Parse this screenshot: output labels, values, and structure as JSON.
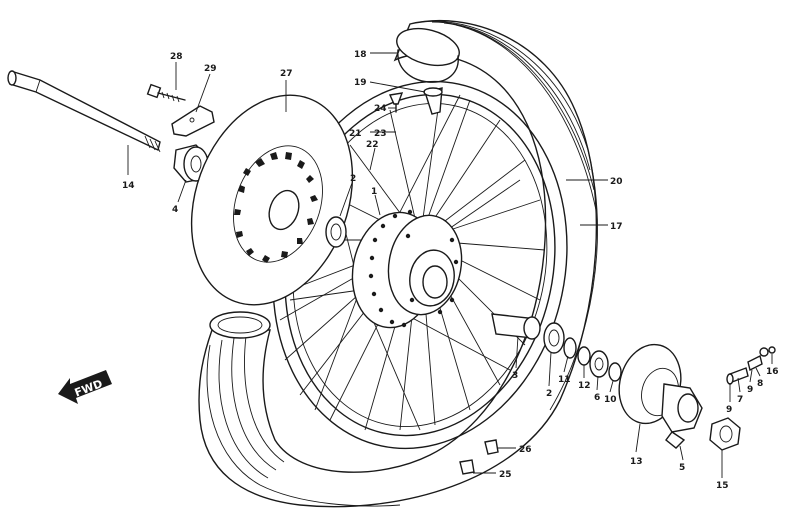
{
  "fwd_label": "FWD",
  "callouts": {
    "c28": "28",
    "c29": "29",
    "c27": "27",
    "c18": "18",
    "c19": "19",
    "c24": "24",
    "c21": "21",
    "c23": "23",
    "c22": "22",
    "c14": "14",
    "c4": "4",
    "c2a": "2",
    "c1": "1",
    "c20": "20",
    "c17": "17",
    "c3": "3",
    "c2b": "2",
    "c11": "11",
    "c12": "12",
    "c6": "6",
    "c10": "10",
    "c7": "7",
    "c8": "8",
    "c9a": "9",
    "c9b": "9",
    "c16": "16",
    "c13": "13",
    "c5": "5",
    "c15": "15",
    "c26": "26",
    "c25": "25"
  }
}
